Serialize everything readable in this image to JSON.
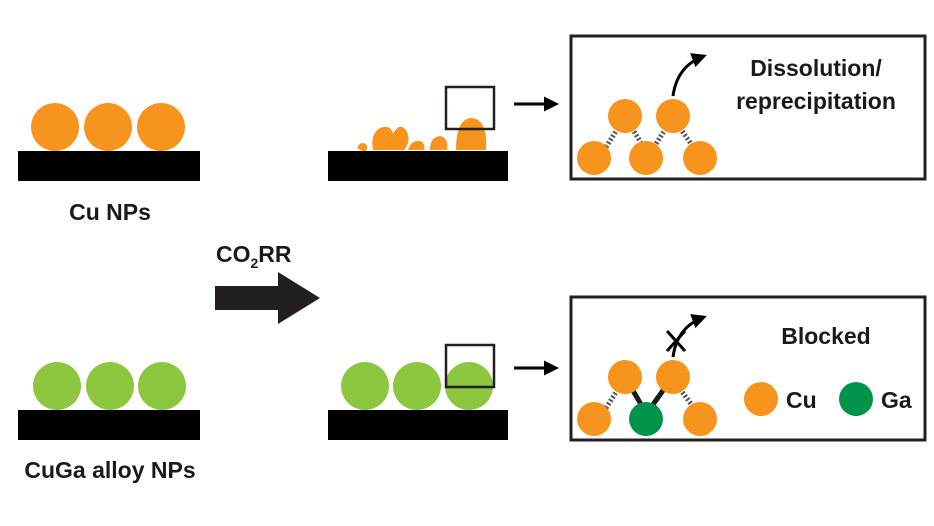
{
  "labels": {
    "cu_nps": "Cu NPs",
    "cuga_nps": "CuGa alloy NPs",
    "process_main": "CO",
    "process_sub": "2",
    "process_tail": "RR",
    "dissolution_line1": "Dissolution/",
    "dissolution_line2": "reprecipitation",
    "blocked": "Blocked",
    "legend_cu": "Cu",
    "legend_ga": "Ga"
  },
  "colors": {
    "cu": "#f7941d",
    "ga": "#00934a",
    "cuga": "#8dc63f",
    "substrate": "#000000",
    "frame": "#231f20"
  },
  "icons": [
    "right-arrow-icon",
    "curved-arrow-icon",
    "cross-mark-icon"
  ]
}
